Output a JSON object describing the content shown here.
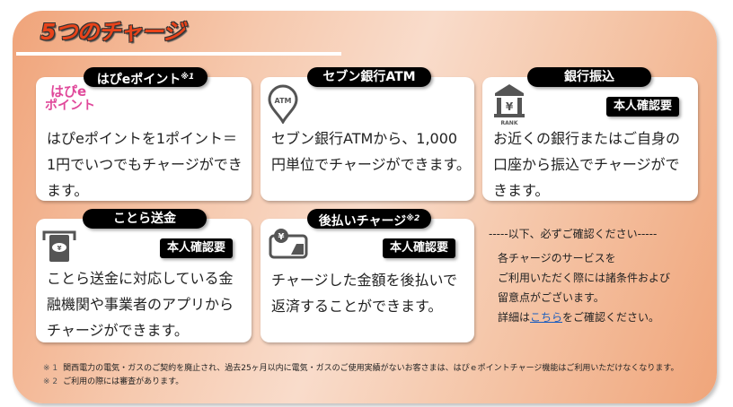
{
  "header": {
    "title": "5つのチャージ"
  },
  "cards": [
    {
      "label": "はぴeポイント",
      "note_ref": "※1",
      "icon": "hapie-point-logo",
      "logo_line1": "はぴe",
      "logo_line2": "ポイント",
      "badge": null,
      "body": [
        "はぴeポイントを1ポイント＝",
        "1円でいつでもチャージができ",
        "ます。"
      ]
    },
    {
      "label": "セブン銀行ATM",
      "note_ref": "",
      "icon": "atm-map-pin-icon",
      "icon_text": "ATM",
      "badge": null,
      "body": [
        "セブン銀行ATMから、1,000",
        "円単位でチャージができます。"
      ]
    },
    {
      "label": "銀行振込",
      "note_ref": "",
      "icon": "bank-icon",
      "icon_text": "RANK",
      "badge": "本人確認要",
      "body": [
        "お近くの銀行またはご自身の",
        "口座から振込でチャージがで",
        "きます。"
      ]
    },
    {
      "label": "ことら送金",
      "note_ref": "",
      "icon": "money-transfer-icon",
      "badge": "本人確認要",
      "body": [
        "ことら送金に対応している金",
        "融機関や事業者のアプリから",
        "チャージができます。"
      ]
    },
    {
      "label": "後払いチャージ",
      "note_ref": "※2",
      "icon": "deferred-payment-card-icon",
      "badge": "本人確認要",
      "body": [
        "チャージした金額を後払いで",
        "返済することができます。"
      ]
    }
  ],
  "notice": {
    "heading": "-----以下、必ずご確認ください-----",
    "lines": [
      "各チャージのサービスを",
      "ご利用いただく際には諸条件および",
      "留意点がございます。"
    ],
    "detail_prefix": "詳細は",
    "link_text": "こちら",
    "detail_suffix": "をご確認ください。"
  },
  "footnotes": [
    {
      "mark": "※ 1",
      "text": "関西電力の電気・ガスのご契約を廃止され、過去25ヶ月以内に電気・ガスのご使用実績がないお客さまは、はぴｅポイントチャージ機能はご利用いただけなくなります。"
    },
    {
      "mark": "※ 2",
      "text": "ご利用の際には審査があります。"
    }
  ],
  "colors": {
    "title": "#e8431a",
    "label_bg": "#000000",
    "hapie_pink": "#e0489a",
    "link": "#1a5dbf",
    "icon_gray": "#555555"
  }
}
